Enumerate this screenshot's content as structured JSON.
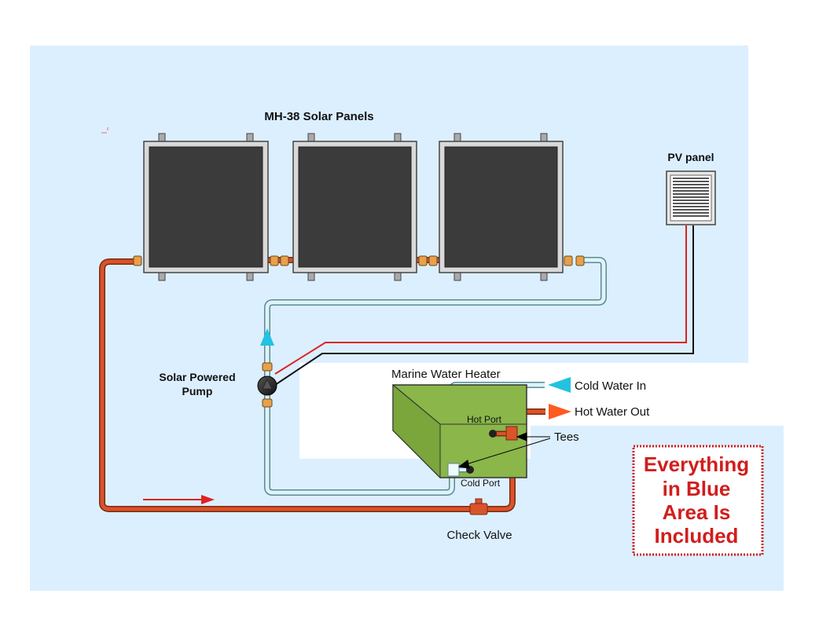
{
  "labels": {
    "panels_title": "MH-38 Solar Panels",
    "pv_panel": "PV panel",
    "pump_line1": "Solar Powered",
    "pump_line2": "Pump",
    "heater": "Marine Water Heater",
    "cold_in": "Cold Water In",
    "hot_out": "Hot Water Out",
    "hot_port": "Hot Port",
    "cold_port": "Cold Port",
    "tees": "Tees",
    "check_valve": "Check Valve"
  },
  "callout": {
    "line1": "Everything",
    "line2": "in Blue",
    "line3": "Area Is",
    "line4": "Included"
  },
  "colors": {
    "blue_area": "#dcefff",
    "hot_pipe": "#d9532b",
    "cold_pipe": "#dff3f6",
    "panel_frame": "#d9d9d9",
    "panel_glass": "#3b3b3b",
    "heater_green": "#8ab64a",
    "wire_red": "#e02020",
    "wire_black": "#111111",
    "arrow_cyan": "#22c2e0",
    "arrow_orange": "#ff5a1f",
    "callout_red": "#d21d1d"
  }
}
